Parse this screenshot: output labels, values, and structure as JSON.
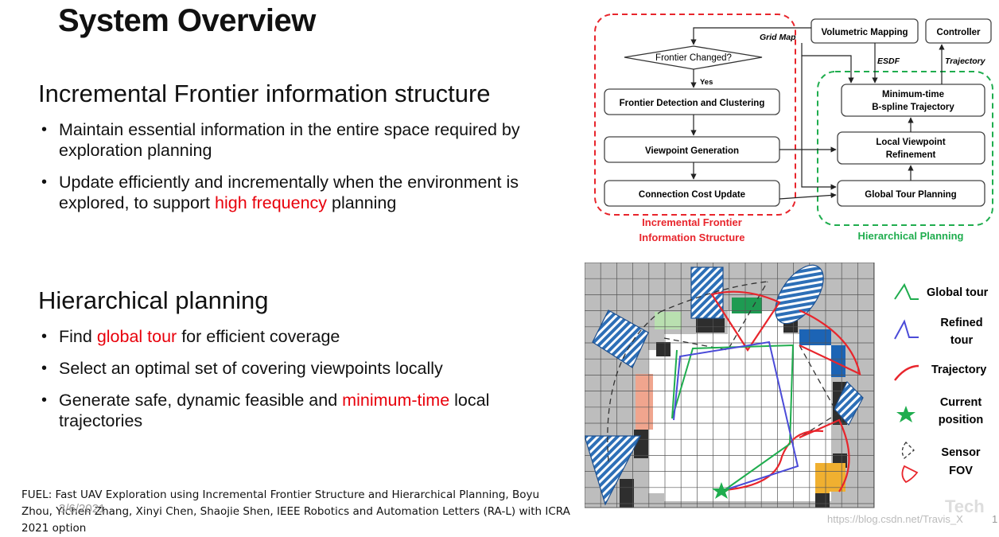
{
  "title": "System Overview",
  "section1": {
    "heading": "Incremental Frontier information structure",
    "bullets": [
      "Maintain essential information in the entire space required by exploration planning",
      {
        "pre": "Update efficiently and incrementally when the environment is explored, to support ",
        "em": "high frequency",
        "post": " planning"
      }
    ]
  },
  "section2": {
    "heading": "Hierarchical planning",
    "bullets": [
      {
        "pre": "Find ",
        "em": "global tour",
        "post": " for efficient coverage"
      },
      "Select an optimal set of covering viewpoints locally",
      {
        "pre": "Generate safe, dynamic feasible and ",
        "em": "minimum-time",
        "post": " local trajectories"
      }
    ]
  },
  "footnote": "FUEL: Fast UAV Exploration using Incremental Frontier Structure and Hierarchical Planning, Boyu Zhou, Yichen Zhang, Xinyi Chen, Shaojie Shen, IEEE Robotics and Automation Letters (RA-L) with ICRA 2021 option",
  "date": "3/6/2021",
  "watermark": "https://blog.csdn.net/Travis_X",
  "tech_mark": "Tech",
  "page_number": "1",
  "diagram": {
    "nodes": {
      "frontier_changed": "Frontier Changed?",
      "yes": "Yes",
      "detection": "Frontier Detection and Clustering",
      "viewpoint_gen": "Viewpoint Generation",
      "cost_update": "Connection Cost Update",
      "volumetric": "Volumetric Mapping",
      "controller": "Controller",
      "min_time_1": "Minimum-time",
      "min_time_2": "B-spline Trajectory",
      "local_vp_1": "Local Viewpoint",
      "local_vp_2": "Refinement",
      "global_tour": "Global Tour Planning"
    },
    "edge_labels": {
      "grid_map": "Grid Map",
      "esdf": "ESDF",
      "trajectory": "Trajectory"
    },
    "group_labels": {
      "frontier_1": "Incremental Frontier",
      "frontier_2": "Information Structure",
      "hierarchical": "Hierarchical Planning"
    },
    "colors": {
      "frontier_group": "#e8252c",
      "hierarchical_group": "#1fad4e"
    }
  },
  "legend": [
    {
      "icon": "global-tour-line-icon",
      "label": "Global tour",
      "color": "#1fad4e"
    },
    {
      "icon": "refined-tour-line-icon",
      "label": "Refined tour",
      "color": "#4b4bd8"
    },
    {
      "icon": "trajectory-curve-icon",
      "label": "Trajectory",
      "color": "#e8252c"
    },
    {
      "icon": "star-icon",
      "label": "Current position",
      "color": "#1fad4e"
    },
    {
      "icon": "sensor-fov-icon",
      "label": "Sensor FOV",
      "color": "#e8252c"
    }
  ],
  "legend_lines": {
    "global": [
      "Global tour"
    ],
    "refined": [
      "Refined",
      "tour"
    ],
    "traj": [
      "Trajectory"
    ],
    "current": [
      "Current",
      "position"
    ],
    "sensor": [
      "Sensor",
      "FOV"
    ]
  }
}
